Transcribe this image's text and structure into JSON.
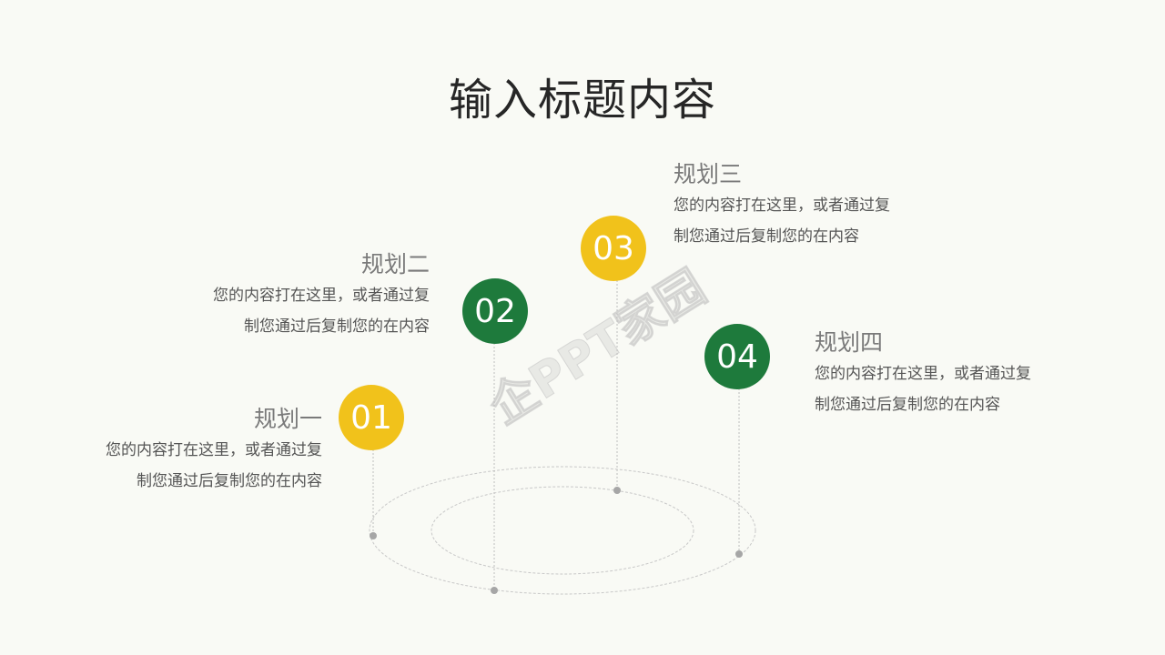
{
  "slide": {
    "title": "输入标题内容",
    "background": "#f9faf5"
  },
  "items": [
    {
      "number": "01",
      "color": "#f1c21b",
      "heading": "规划一",
      "lines": [
        "您的内容打在这里，或者通过复",
        "制您通过后复制您的在内容"
      ]
    },
    {
      "number": "02",
      "color": "#1e7a3c",
      "heading": "规划二",
      "lines": [
        "您的内容打在这里，或者通过复",
        "制您通过后复制您的在内容"
      ]
    },
    {
      "number": "03",
      "color": "#f1c21b",
      "heading": "规划三",
      "lines": [
        "您的内容打在这里，或者通过复",
        "制您通过后复制您的在内容"
      ]
    },
    {
      "number": "04",
      "color": "#1e7a3c",
      "heading": "规划四",
      "lines": [
        "您的内容打在这里，或者通过复",
        "制您通过后复制您的在内容"
      ]
    }
  ],
  "watermark": {
    "text": "企PPT家园"
  }
}
